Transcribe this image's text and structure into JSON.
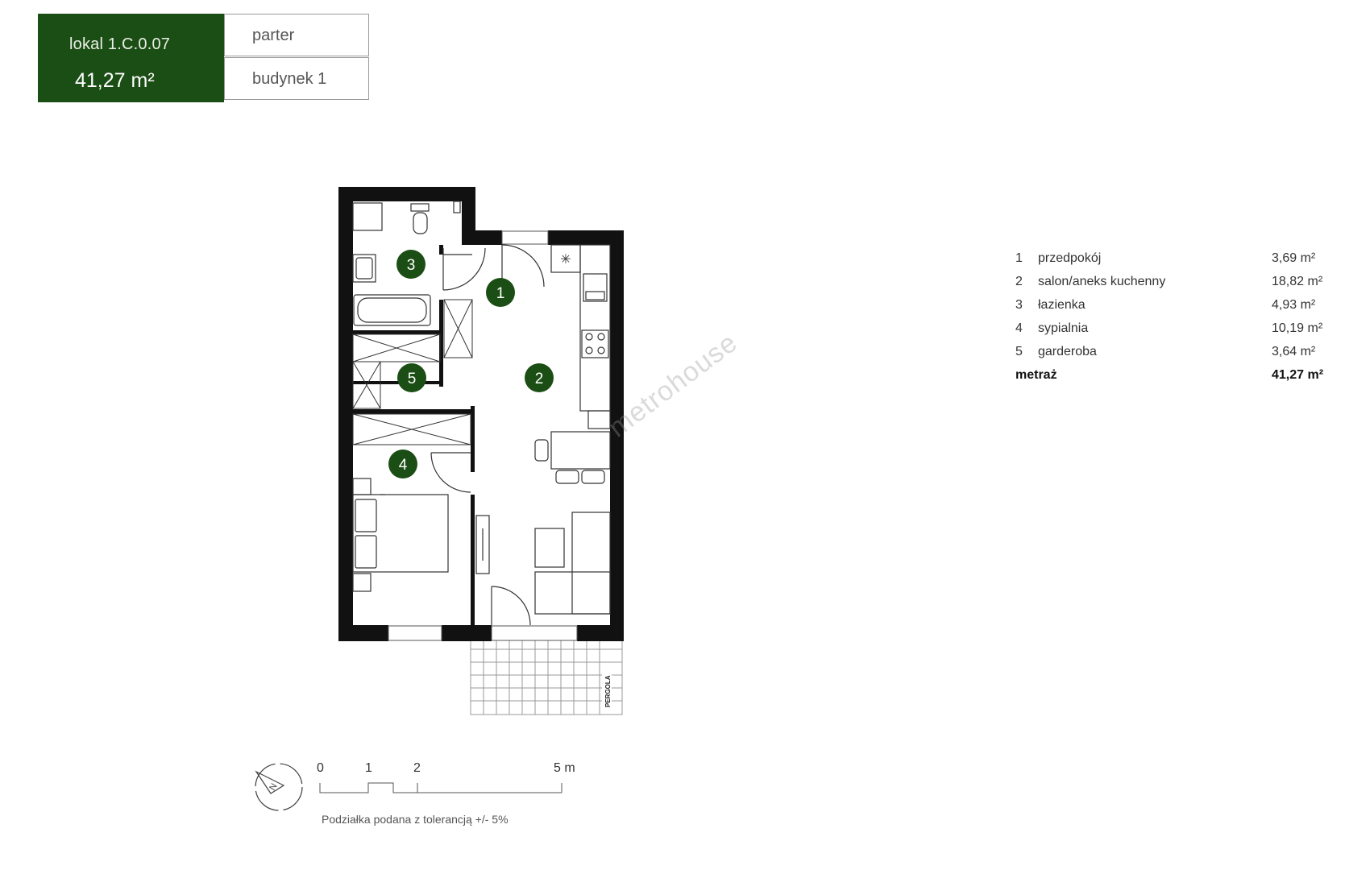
{
  "header": {
    "lokal": "lokal  1.C.0.07",
    "area": "41,27 m²",
    "floor": "parter",
    "building": "budynek 1"
  },
  "rooms": [
    {
      "num": "1",
      "name": "przedpokój",
      "area": "3,69 m²"
    },
    {
      "num": "2",
      "name": "salon/aneks kuchenny",
      "area": "18,82 m²"
    },
    {
      "num": "3",
      "name": "łazienka",
      "area": "4,93 m²"
    },
    {
      "num": "4",
      "name": "sypialnia",
      "area": "10,19 m²"
    },
    {
      "num": "5",
      "name": "garderoba",
      "area": "3,64 m²"
    }
  ],
  "total": {
    "label": "metraż",
    "area": "41,27 m²"
  },
  "plan_labels": {
    "pergola": "PERGOLA"
  },
  "scale": {
    "ticks": [
      "0",
      "1",
      "2",
      "5 m"
    ],
    "note": "Podziałka podana z tolerancją +/- 5%"
  },
  "watermark": "metrohouse",
  "colors": {
    "brand_green": "#1b4e14",
    "wall": "#111111"
  }
}
